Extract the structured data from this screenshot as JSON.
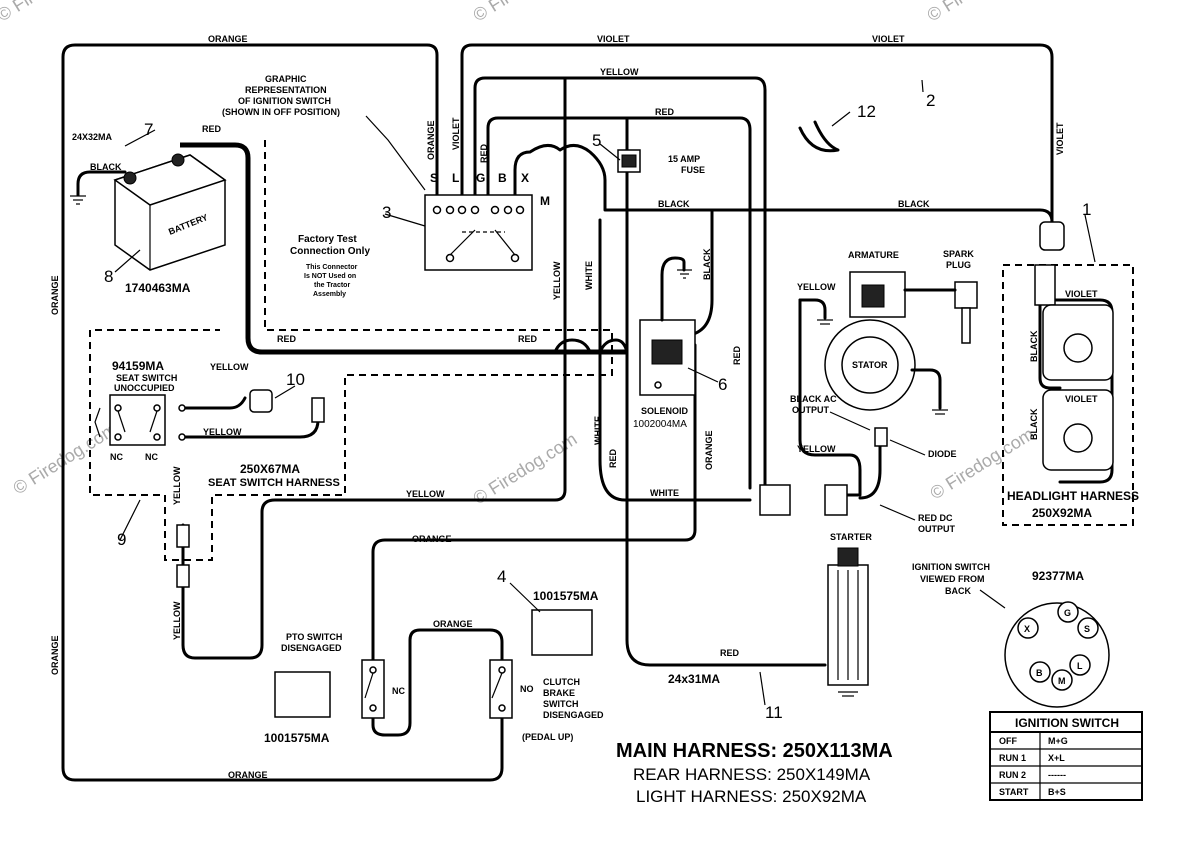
{
  "watermark": "© Firedog.com",
  "wires": {
    "orange": "ORANGE",
    "violet": "VIOLET",
    "yellow": "YELLOW",
    "red": "RED",
    "black": "BLACK",
    "white": "WHITE"
  },
  "callouts": {
    "n1": "1",
    "n2": "2",
    "n3": "3",
    "n4": "4",
    "n5": "5",
    "n6": "6",
    "n7": "7",
    "n8": "8",
    "n9": "9",
    "n10": "10",
    "n11": "11",
    "n12": "12"
  },
  "parts": {
    "battery_cable": "24X32MA",
    "battery_label": "BATTERY",
    "battery_part": "1740463MA",
    "ignition_graphic": [
      "GRAPHIC",
      "REPRESENTATION",
      "OF IGNITION SWITCH",
      "(SHOWN IN OFF POSITION)"
    ],
    "ignition_terminals": [
      "S",
      "L",
      "G",
      "B",
      "X",
      "M"
    ],
    "factory_test": [
      "Factory Test",
      "Connection Only"
    ],
    "factory_note": [
      "This Connector",
      "Is NOT Used on",
      "the Tractor",
      "Assembly"
    ],
    "fuse": [
      "15 AMP",
      "FUSE"
    ],
    "seat_switch_part": "94159MA",
    "seat_switch": [
      "SEAT SWITCH",
      "UNOCCUPIED"
    ],
    "nc": "NC",
    "no": "NO",
    "seat_harness": [
      "250X67MA",
      "SEAT SWITCH HARNESS"
    ],
    "solenoid": [
      "SOLENOID",
      "1002004MA"
    ],
    "armature": "ARMATURE",
    "spark_plug": [
      "SPARK",
      "PLUG"
    ],
    "stator": "STATOR",
    "black_ac": [
      "BLACK AC",
      "OUTPUT"
    ],
    "diode": "DIODE",
    "red_dc": [
      "RED DC",
      "OUTPUT"
    ],
    "headlight_harness": [
      "HEADLIGHT HARNESS",
      "250X92MA"
    ],
    "starter": "STARTER",
    "ign_view": [
      "IGNITION SWITCH",
      "VIEWED FROM",
      "BACK"
    ],
    "ign_view_part": "92377MA",
    "ign_pins": [
      "X",
      "G",
      "S",
      "B",
      "L",
      "M"
    ],
    "pto_switch": [
      "PTO SWITCH",
      "DISENGAGED"
    ],
    "pto_part": "1001575MA",
    "clutch_part": "1001575MA",
    "clutch_switch": [
      "CLUTCH",
      "BRAKE",
      "SWITCH",
      "DISENGAGED"
    ],
    "pedal_up": "(PEDAL UP)",
    "red_cable": "24x31MA"
  },
  "harness_titles": {
    "main": "MAIN HARNESS: 250X113MA",
    "rear": "REAR HARNESS: 250X149MA",
    "light": "LIGHT HARNESS: 250X92MA"
  },
  "ignition_table": {
    "title": "IGNITION SWITCH",
    "rows": [
      {
        "pos": "OFF",
        "conn": "M+G"
      },
      {
        "pos": "RUN 1",
        "conn": "X+L"
      },
      {
        "pos": "RUN 2",
        "conn": "------"
      },
      {
        "pos": "START",
        "conn": "B+S"
      }
    ]
  }
}
